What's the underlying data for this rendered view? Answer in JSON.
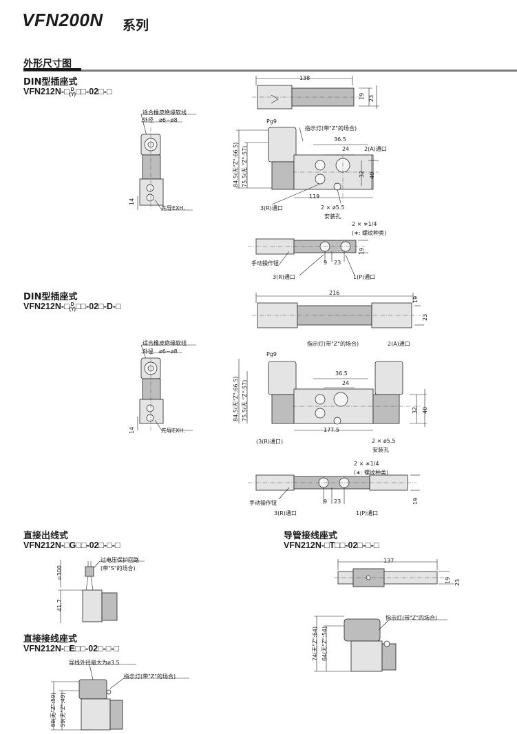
{
  "header": {
    "series": "VFN200N",
    "suffix": "系列"
  },
  "section": {
    "title": "外形尺寸图"
  },
  "blocks": {
    "din1": {
      "title": "DIN型插座式",
      "model_a": "VFN212N-□",
      "model_sub_top": "D",
      "model_sub_bot": "(Y)",
      "model_b": "□□-02□-□"
    },
    "din2": {
      "title": "DIN型插座式",
      "model_a": "VFN212N-□",
      "model_sub_top": "D",
      "model_sub_bot": "(Y)",
      "model_b": "□□-02□-D-□"
    },
    "grommet": {
      "title": "直接出线式",
      "model": "VFN212N-□G□□-02□-□-□"
    },
    "conduit": {
      "title": "导管接线座式",
      "model": "VFN212N-□T□□-02□-□-□"
    },
    "lead": {
      "title": "直接接线座式",
      "model": "VFN212N-□E□□-02□-□-□"
    }
  },
  "labels": {
    "cable": "适合橡皮绝缘软线",
    "od": "外径　ø6~ø8",
    "pilot_exh": "先导EXH.",
    "pg9": "Pg9",
    "indicator": "指示灯(带\"Z\"的场合)",
    "port_a": "2(A)通口",
    "port_r": "3(R)通口",
    "port_r_paren": "(3(R)通口)",
    "port_p": "1(P)通口",
    "mount_hole": "2 × ø5.5",
    "mount_hole_label": "安装孔",
    "thread": "2 × ∗1/4",
    "thread_note": "(∗: 螺纹种类)",
    "manual": "手动操作钮",
    "surge": "过电压保护回路",
    "surge_note": "(带\"S\"的场合)",
    "lead_od": "导线外径最大为ø3.5"
  },
  "dims": {
    "d138": "138",
    "d19": "19",
    "d23": "23",
    "d84": "84.5(无\"Z\":66.5)",
    "d75": "75.5(无 \"Z\":57)",
    "d36": "36.5",
    "d24": "24",
    "d32": "32",
    "d40": "40",
    "d119": "119",
    "d14": "14",
    "d9": "9",
    "d216": "216",
    "d177": "177.5",
    "d300": "≈300",
    "d417": "41.7",
    "d137": "137",
    "d74": "74(无\"Z\":64)",
    "d64": "64(无\"Z\":54)",
    "d69": "69(无\"Z\":59)",
    "d59": "59(无\"Z\":49)"
  }
}
